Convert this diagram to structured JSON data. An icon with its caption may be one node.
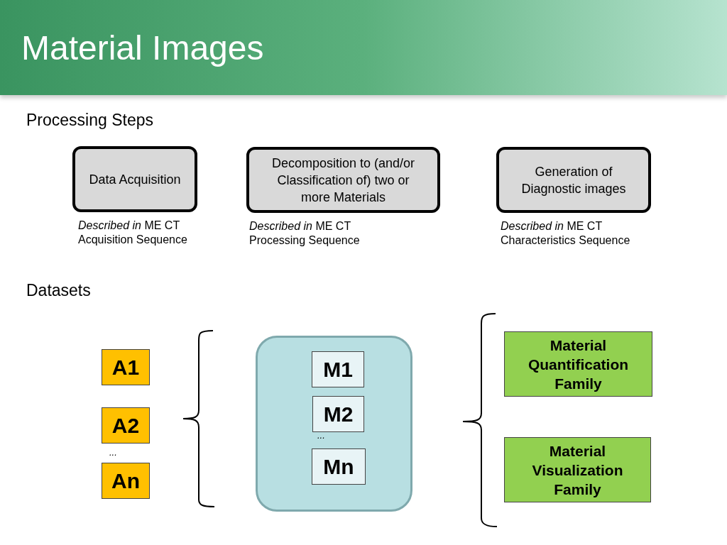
{
  "diagram": {
    "title": "Material Images",
    "nodes": [
      {
        "text": [
          "Data Acquisition"
        ],
        "beside": [
          "*Described in*  ME CT Acquisition Sequence"
        ]
      },
      {
        "text": [
          "Decomposition to (and/or Classification of) two or more Materials"
        ],
        "beside": [
          "*Described in* ME CT Processing Sequence"
        ]
      },
      {
        "text": [
          "Generation of Diagnostic images"
        ],
        "beside": [
          "*Described in* ME CT Characteristics Sequence"
        ]
      },
      {
        "text": [
          "A1"
        ]
      },
      {
        "text": [
          "A2"
        ]
      },
      {
        "text": [
          "An"
        ]
      },
      {
        "text": [],
        "shape": "box"
      },
      {
        "text": [
          "M1"
        ],
        "in": 6
      },
      {
        "text": [
          "M2"
        ],
        "in": 6
      },
      {
        "text": [
          "Mn"
        ],
        "in": 6
      },
      {
        "text": [
          "Material Quantification Family"
        ]
      },
      {
        "text": [
          "Material Visualization Family"
        ]
      }
    ],
    "edges": [],
    "labels": [
      "Processing Steps",
      "Datasets",
      "...",
      "..."
    ]
  }
}
